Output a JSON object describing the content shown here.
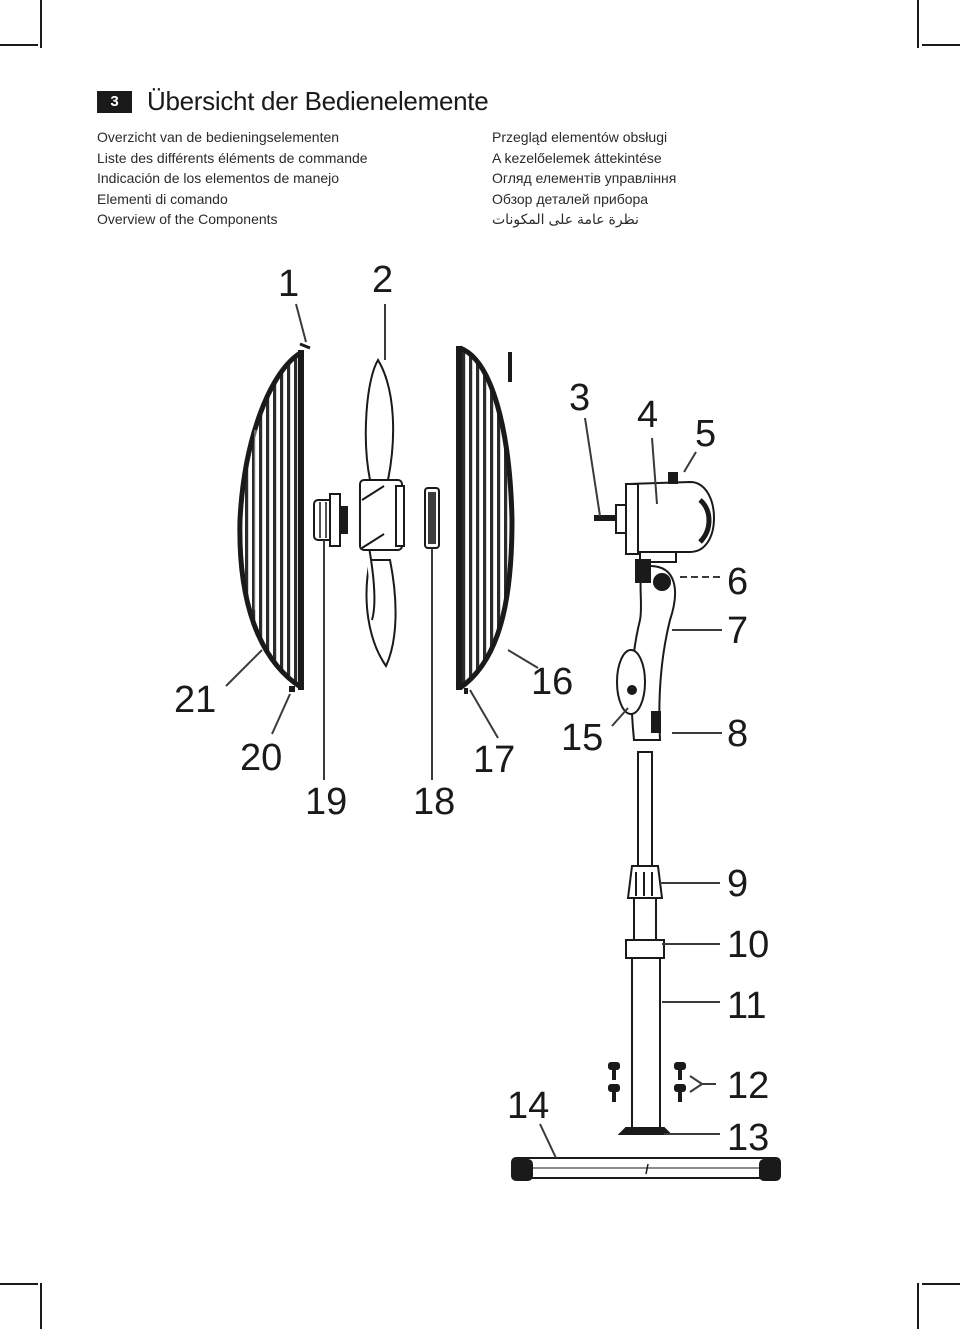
{
  "header": {
    "section_number": "3",
    "title": "Übersicht der Bedienelemente"
  },
  "translations_left": [
    "Overzicht van de bedieningselementen",
    "Liste des différents éléments de commande",
    "Indicación de los elementos de manejo",
    "Elementi di comando",
    "Overview of the Components"
  ],
  "translations_right": [
    "Przegląd elementów obsługi",
    "A kezelőelemek áttekintése",
    "Огляд елементів управління",
    "Обзор деталей прибора",
    "نظرة عامة على المكونات"
  ],
  "callouts": [
    "1",
    "2",
    "3",
    "4",
    "5",
    "6",
    "7",
    "8",
    "9",
    "10",
    "11",
    "12",
    "13",
    "14",
    "15",
    "16",
    "17",
    "18",
    "19",
    "20",
    "21"
  ],
  "colors": {
    "ink": "#1a1a1a",
    "line": "#3a3a3a",
    "grille": "#2b2b2b"
  }
}
